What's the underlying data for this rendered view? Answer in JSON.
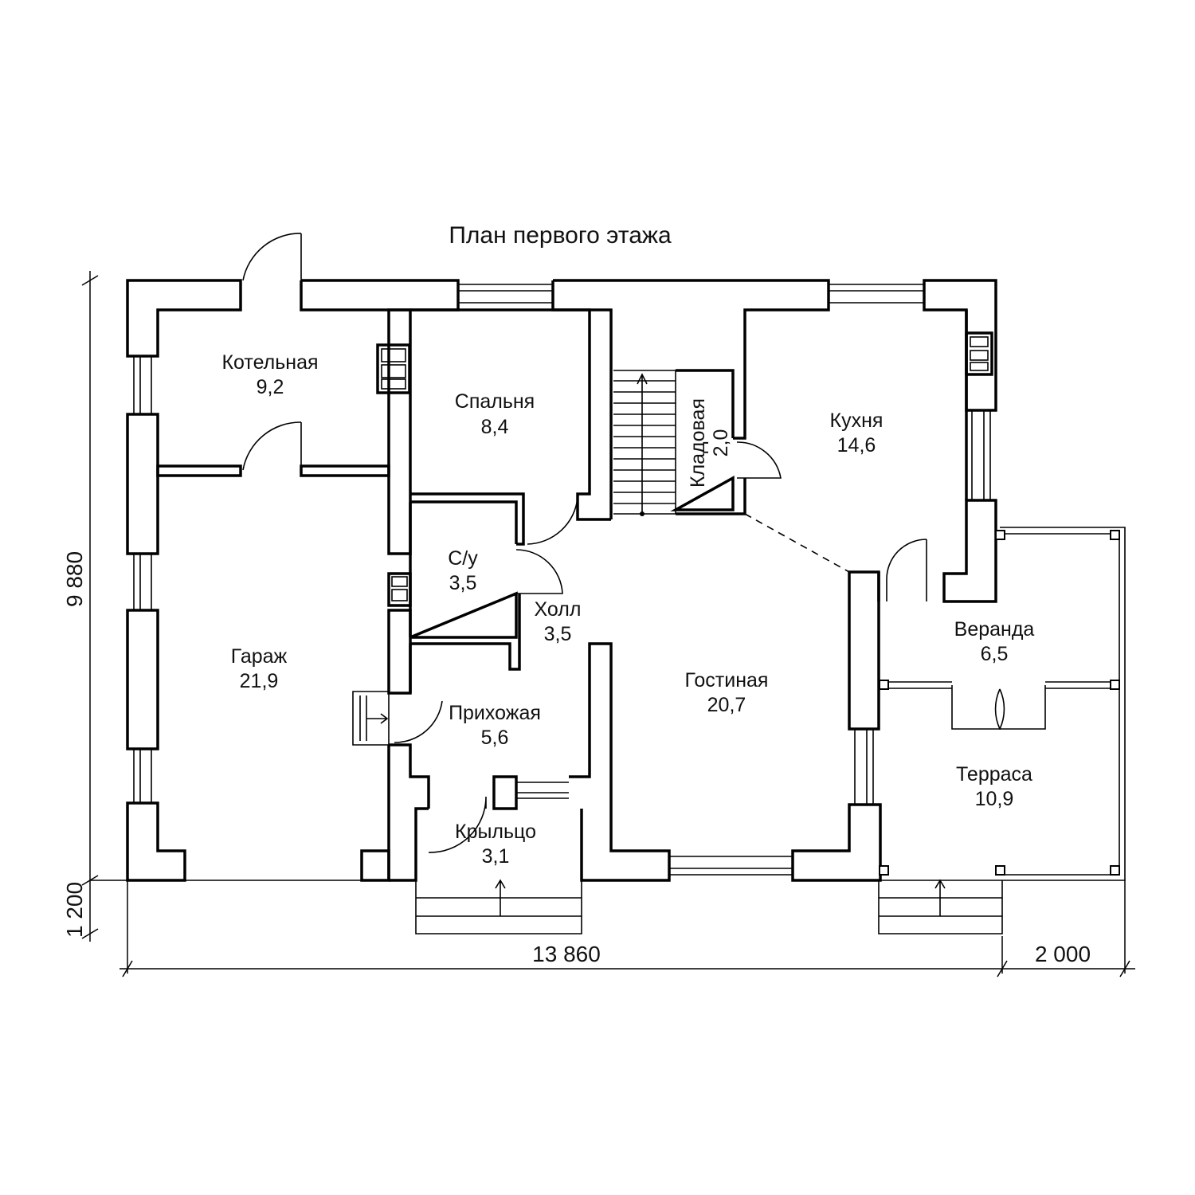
{
  "title": "План первого этажа",
  "rooms": [
    {
      "name": "Котельная",
      "area": "9,2"
    },
    {
      "name": "Спальня",
      "area": "8,4"
    },
    {
      "name": "Кладовая",
      "area": "2,0"
    },
    {
      "name": "Кухня",
      "area": "14,6"
    },
    {
      "name": "С/у",
      "area": "3,5"
    },
    {
      "name": "Холл",
      "area": "3,5"
    },
    {
      "name": "Гараж",
      "area": "21,9"
    },
    {
      "name": "Гостиная",
      "area": "20,7"
    },
    {
      "name": "Веранда",
      "area": "6,5"
    },
    {
      "name": "Прихожая",
      "area": "5,6"
    },
    {
      "name": "Терраса",
      "area": "10,9"
    },
    {
      "name": "Крыльцо",
      "area": "3,1"
    }
  ],
  "dimensions": {
    "height_main": "9 880",
    "height_porch": "1 200",
    "width_main": "13 860",
    "width_terrace": "2 000"
  }
}
